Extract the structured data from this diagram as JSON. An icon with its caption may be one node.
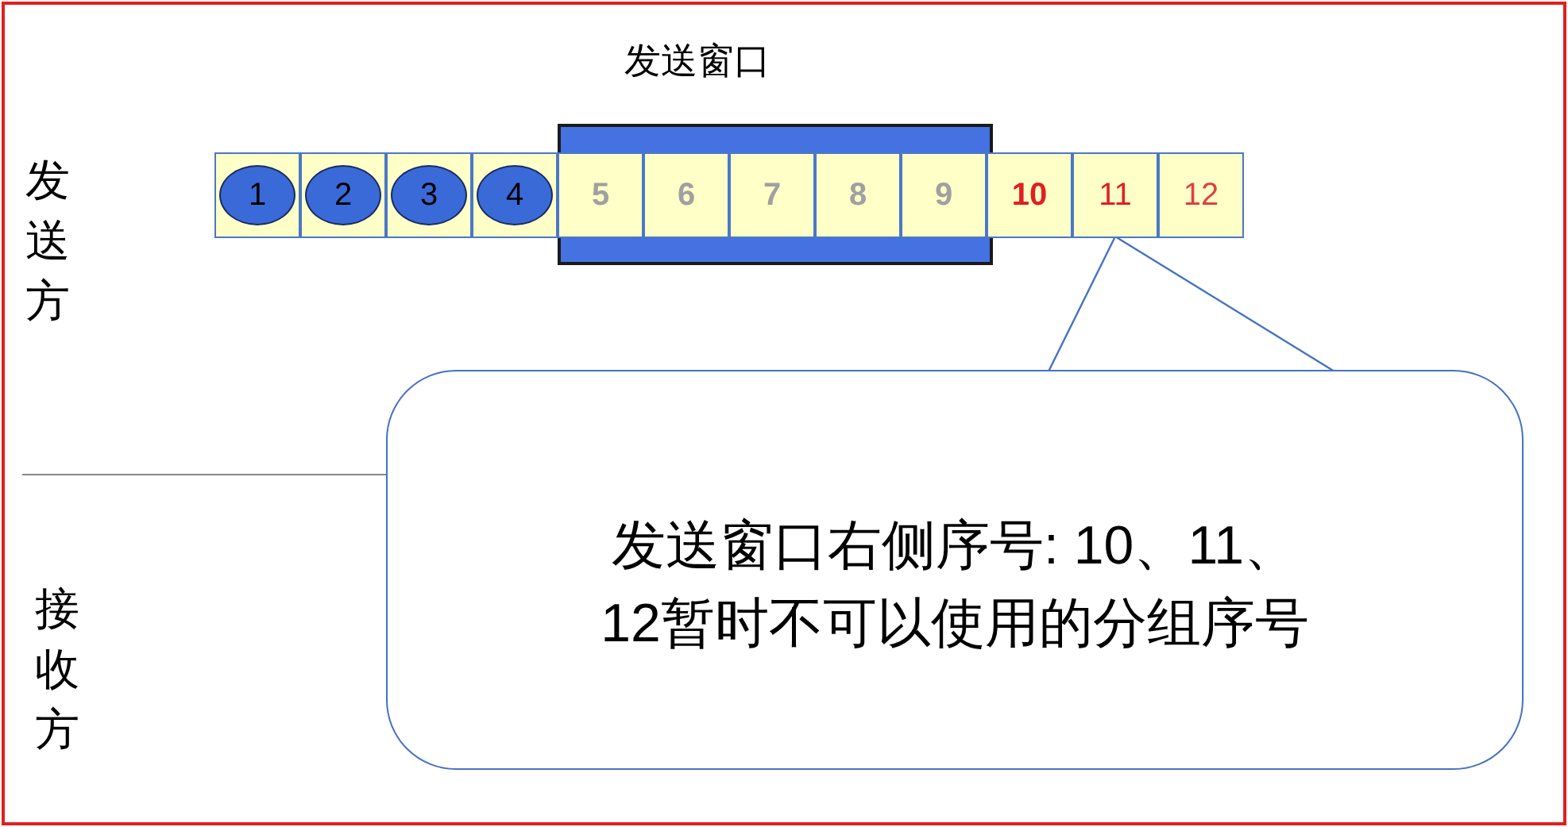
{
  "diagram": {
    "nodes": [
      {
        "text": [
          "1"
        ]
      },
      {
        "text": [
          "2"
        ]
      },
      {
        "text": [
          "3"
        ]
      },
      {
        "text": [
          "4"
        ]
      },
      {
        "text": [
          "发送窗口"
        ]
      },
      {
        "text": [
          "5"
        ],
        "in": 4
      },
      {
        "text": [
          "6"
        ],
        "in": 4
      },
      {
        "text": [
          "7"
        ],
        "in": 4
      },
      {
        "text": [
          "8"
        ],
        "in": 4
      },
      {
        "text": [
          "9"
        ],
        "in": 4
      },
      {
        "text": [
          "10"
        ]
      },
      {
        "text": [
          "11"
        ]
      },
      {
        "text": [
          "12"
        ]
      },
      {
        "text": [
          "发送窗口右侧序号: 10、11、12暂时不可以使用的分组序号"
        ]
      }
    ],
    "edges": [
      {
        "from": 13,
        "to": 11,
        "arrow": "none"
      }
    ],
    "labels": [
      "发送方",
      "接收方"
    ]
  }
}
